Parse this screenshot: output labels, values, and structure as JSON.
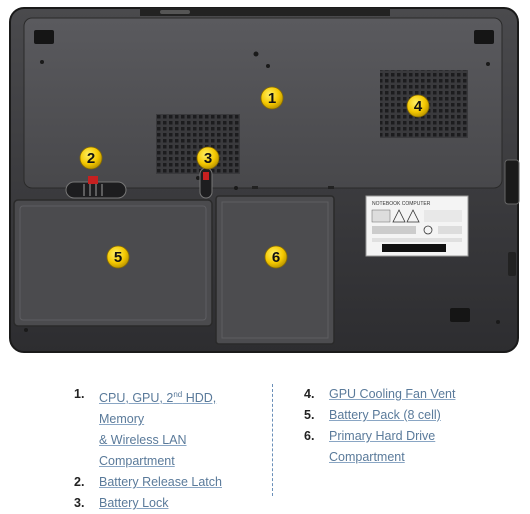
{
  "markers": [
    {
      "label": "1"
    },
    {
      "label": "2"
    },
    {
      "label": "3"
    },
    {
      "label": "4"
    },
    {
      "label": "5"
    },
    {
      "label": "6"
    }
  ],
  "label_sticker": {
    "header": "NOTEBOOK COMPUTER"
  },
  "legend": {
    "left": [
      {
        "num": "1.",
        "lines": [
          "CPU, GPU, 2nd HDD, Memory",
          "& Wireless LAN Compartment"
        ]
      },
      {
        "num": "2.",
        "lines": [
          "Battery Release Latch"
        ]
      },
      {
        "num": "3.",
        "lines": [
          "Battery Lock"
        ]
      }
    ],
    "right": [
      {
        "num": "4.",
        "lines": [
          "GPU Cooling Fan Vent"
        ]
      },
      {
        "num": "5.",
        "lines": [
          "Battery Pack (8 cell)"
        ]
      },
      {
        "num": "6.",
        "lines": [
          "Primary Hard Drive",
          "Compartment"
        ]
      }
    ]
  },
  "colors": {
    "marker_fill": "#f5c800",
    "link": "#5a7a9a",
    "body": "#3d3d3f",
    "divider": "#6a8fb8"
  }
}
